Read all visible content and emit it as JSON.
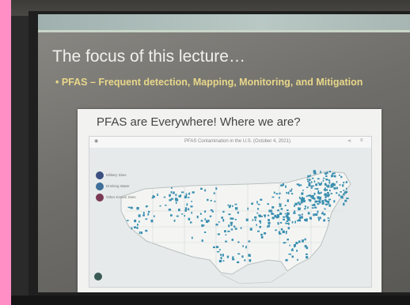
{
  "slide": {
    "title": "The focus of this lecture…",
    "bullet": "• PFAS – Frequent detection, Mapping, Monitoring, and Mitigation"
  },
  "inset": {
    "title": "PFAS are Everywhere! Where we are?",
    "map_header": "PFAS Contamination in the U.S. (October 4, 2021)",
    "legend": [
      {
        "label": "Military Sites",
        "color": "#3b4f80"
      },
      {
        "label": "Drinking Water",
        "color": "#3f6f9a"
      },
      {
        "label": "Other Known Sites",
        "color": "#7a3a55"
      }
    ],
    "marker_color": "#3b8fb0"
  }
}
